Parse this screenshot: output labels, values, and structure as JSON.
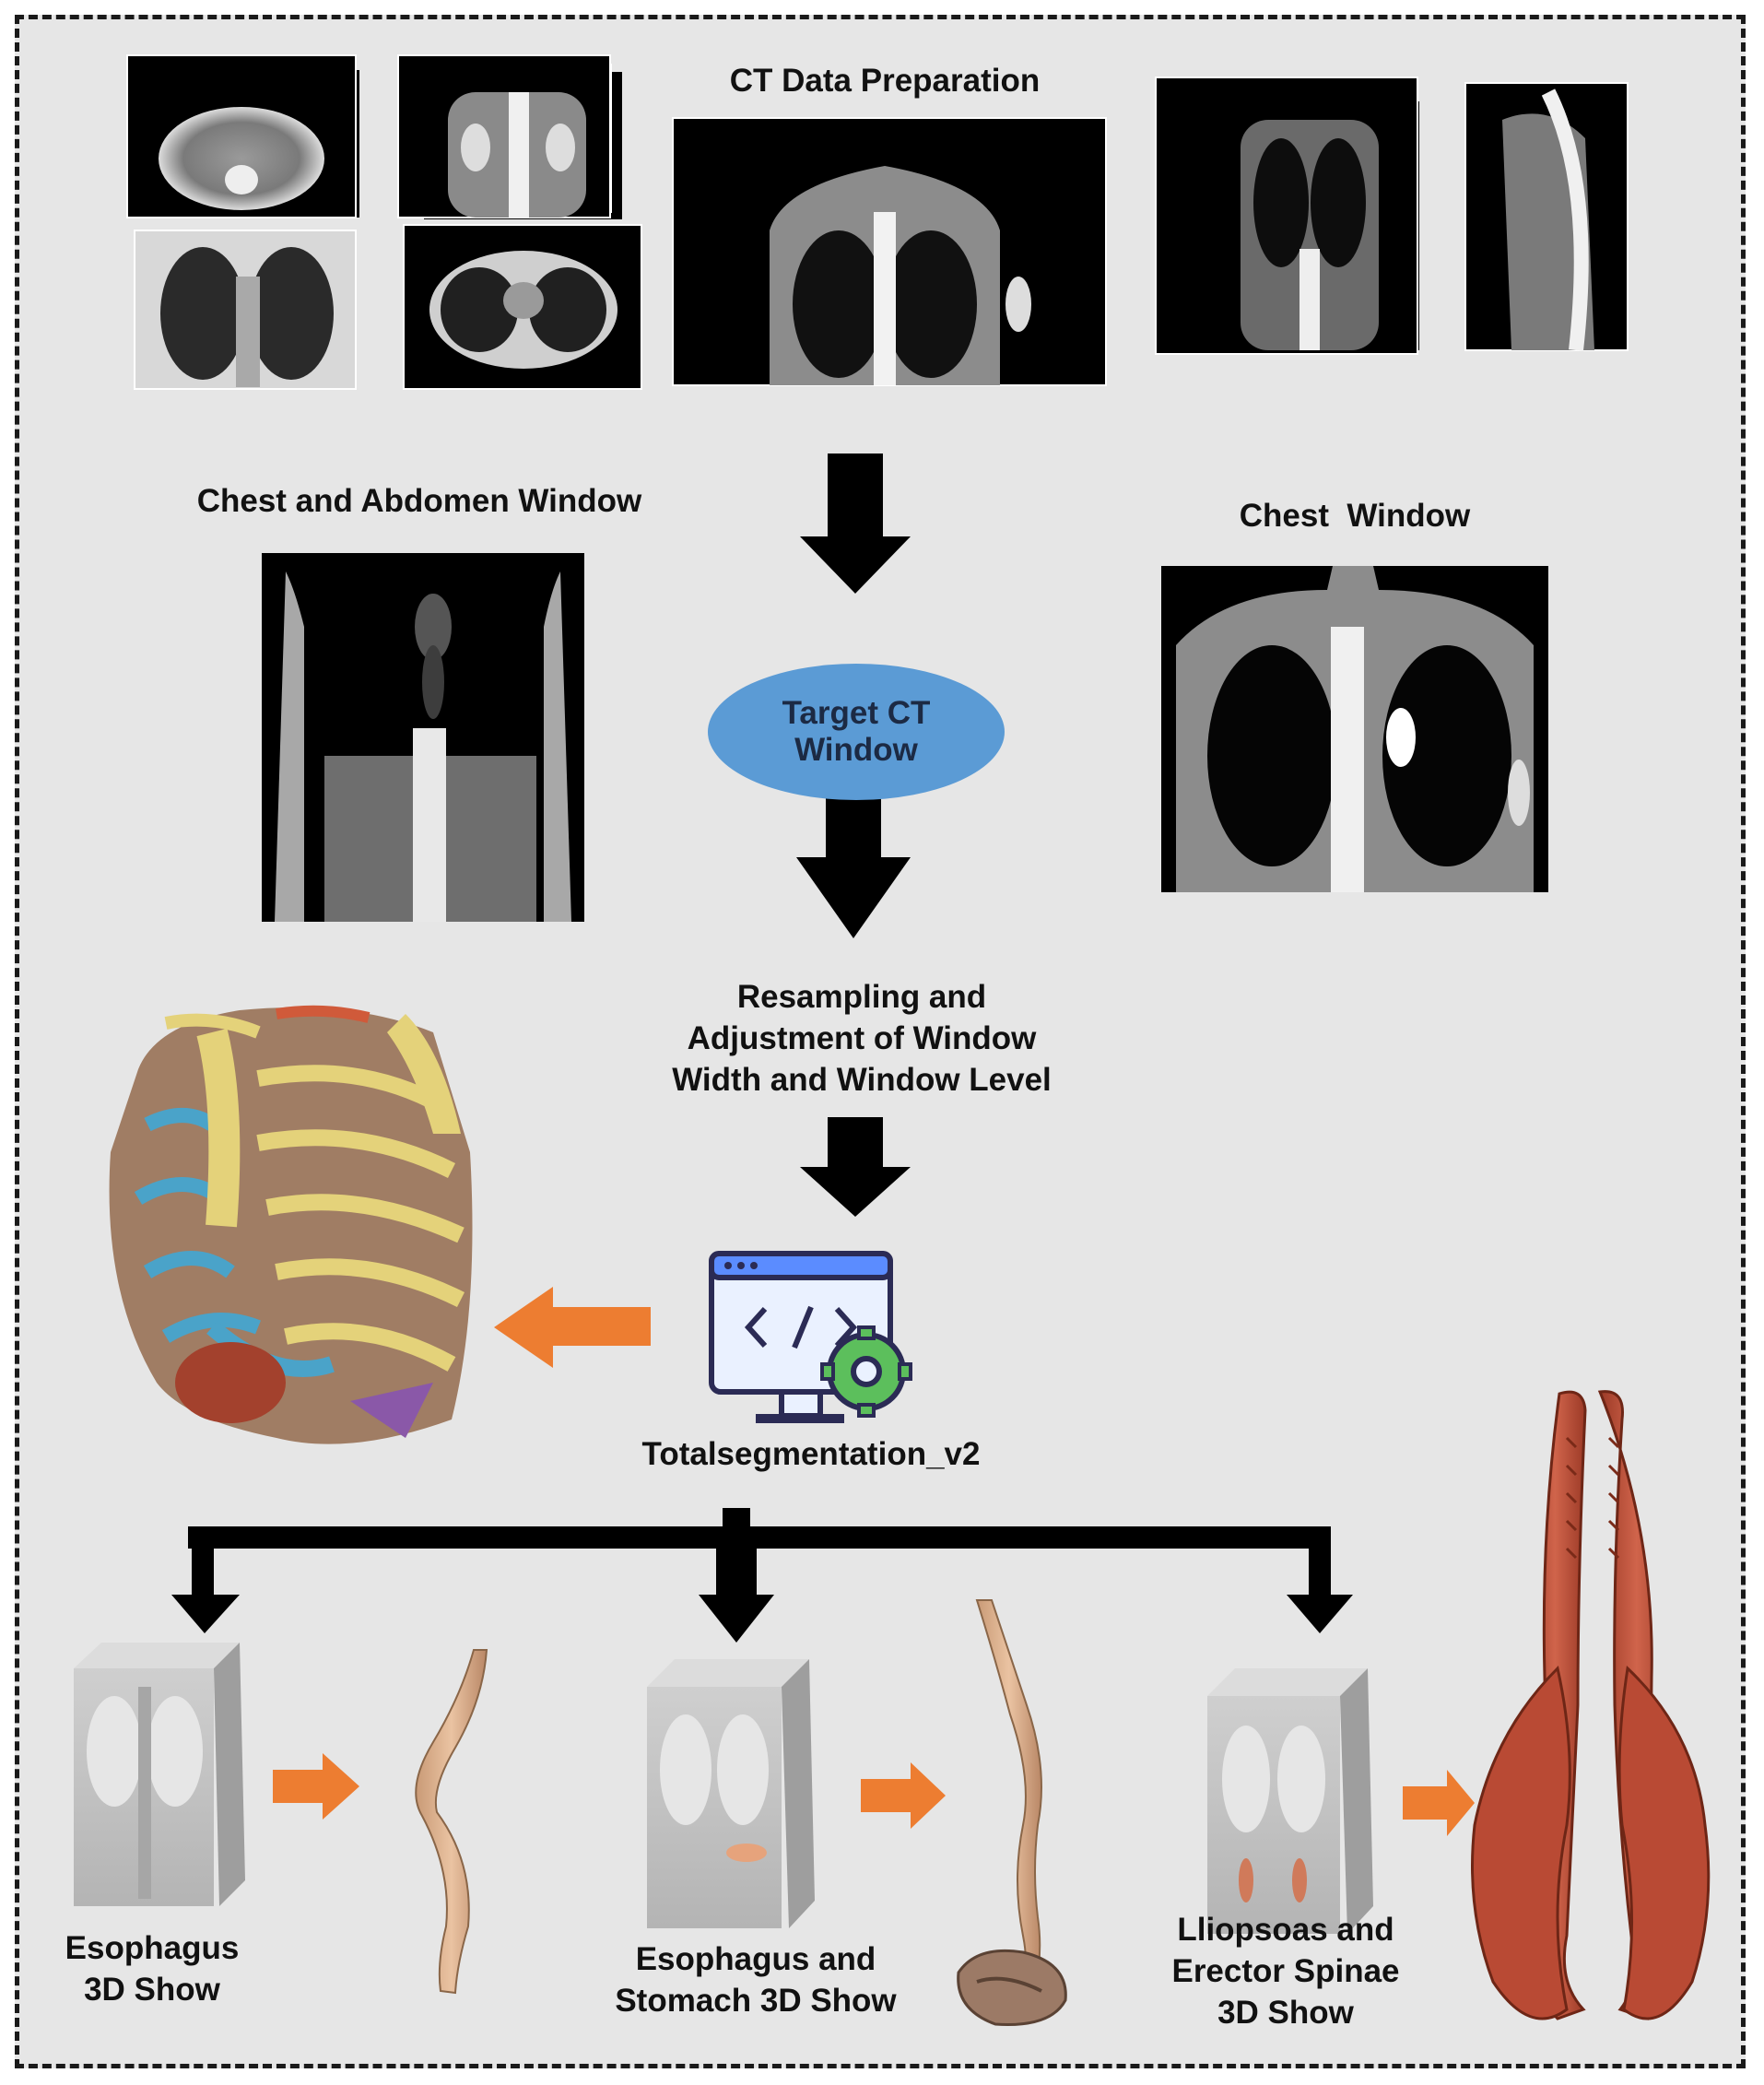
{
  "title": "CT Data Preparation",
  "windows": {
    "left_label": "Chest and Abdomen Window",
    "right_label": "Chest  Window"
  },
  "target_node": "Target CT\nWindow",
  "resampling_label": "Resampling and\nAdjustment of Window\nWidth and Window Level",
  "tool_label": "Totalsegmentation_v2",
  "outputs": [
    {
      "label": "Esophagus\n3D Show"
    },
    {
      "label": "Esophagus and\nStomach 3D Show"
    },
    {
      "label": "Lliopsoas and\nErector Spinae\n3D Show"
    }
  ],
  "colors": {
    "background": "#e6e6e6",
    "ellipse": "#5b9bd5",
    "arrow_black": "#000000",
    "arrow_orange": "#ed7d31",
    "esophagus": "#e0b48f",
    "muscle": "#c0543e",
    "rib": "#e4d27a",
    "cartilage": "#4aa3c9"
  },
  "icons": [
    "code-window-icon",
    "gear-icon"
  ]
}
